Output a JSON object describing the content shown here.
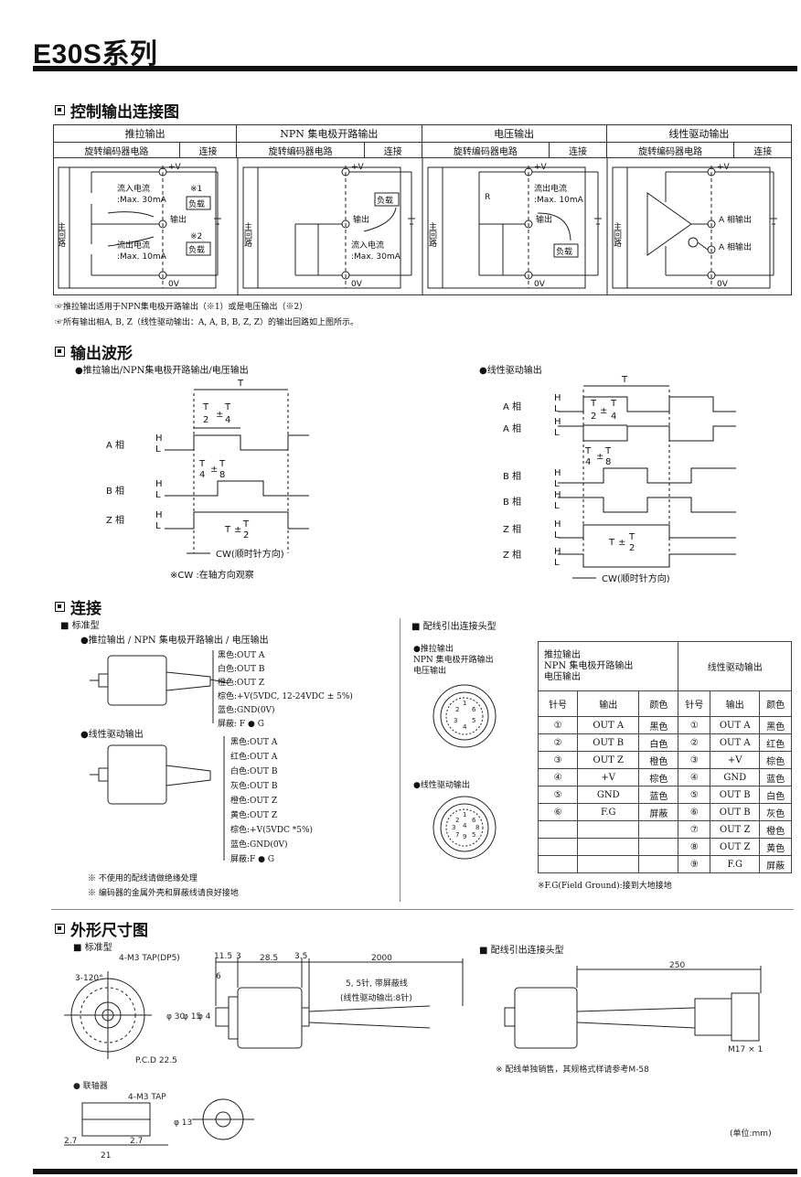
{
  "header": {
    "title": "E30S系列"
  },
  "sections": {
    "control": "控制输出连接图",
    "waveform": "输出波形",
    "connection": "连接",
    "dimension": "外形尺寸图"
  },
  "control_table": {
    "columns": [
      "推拉输出",
      "NPN 集电极开路输出",
      "电压输出",
      "线性驱动输出"
    ],
    "subheaders": [
      "旋转编码器电路",
      "连接"
    ],
    "diagram": {
      "plus_v": "+V",
      "zero_v": "0V",
      "inflow": "流入电流",
      "inflow_max": ":Max. 30mA",
      "outflow": "流出电流",
      "outflow_max": ":Max. 10mA",
      "out": "输出",
      "load": "负载",
      "main": "主回路",
      "note1": "※1",
      "note2": "※2",
      "r": "R",
      "a_out": "A 相输出",
      "abar_out": "A 相输出",
      "plus": "+",
      "minus": "-"
    },
    "notes": [
      "推拉输出适用于NPN集电极开路输出（※1）或是电压输出（※2）",
      "所有输出相A, B, Z（线性驱动输出：A, A, B, B, Z, Z）的输出回路如上图所示。"
    ]
  },
  "waveform": {
    "left_title": "●推拉输出/NPN集电极开路输出/电压输出",
    "right_title": "●线性驱动输出",
    "phases_left": [
      "A 相",
      "B 相",
      "Z 相"
    ],
    "phases_right": [
      "A 相",
      "A 相",
      "B 相",
      "B 相",
      "Z 相",
      "Z 相"
    ],
    "h": "H",
    "l": "L",
    "t": "T",
    "t_half": "T",
    "half_den": "2",
    "quarter_den": "4",
    "eighth_den": "8",
    "pm": "±",
    "cw": "CW(顺时针方向)",
    "cw_note": "※CW :在轴方向观察"
  },
  "connection": {
    "standard": "■ 标准型",
    "pushpull_title": "●推拉输出 / NPN 集电极开路输出 / 电压输出",
    "pushpull_wires": [
      "黑色:OUT A",
      "白色:OUT B",
      "橙色:OUT Z",
      "棕色:+V(5VDC, 12-24VDC ± 5%)",
      "蓝色:GND(0V)",
      "屏蔽: F ● G"
    ],
    "linedrv_title": "●线性驱动输出",
    "linedrv_wires": [
      "黑色:OUT A",
      "红色:OUT A",
      "白色:OUT B",
      "灰色:OUT B",
      "橙色:OUT Z",
      "黄色:OUT Z",
      "棕色:+V(5VDC *5%)",
      "蓝色:GND(0V)",
      "屏蔽:F ● G"
    ],
    "warn1": "※  不使用的配线请做绝缘处理",
    "warn2": "※  编码器的金属外壳和屏蔽线请良好接地",
    "connector_title": "■ 配线引出连接头型",
    "conn_pp": [
      "●推拉输出",
      "NPN 集电极开路输出",
      "电压输出"
    ],
    "conn_ld": "●线性驱动输出",
    "table_head_left": [
      "推拉输出",
      "NPN 集电极开路输出",
      "电压输出"
    ],
    "table_head_right": "线性驱动输出",
    "col_heads": [
      "针号",
      "输出",
      "颜色",
      "针号",
      "输出",
      "颜色"
    ],
    "rows": [
      [
        "①",
        "OUT A",
        "黑色",
        "①",
        "OUT A",
        "黑色"
      ],
      [
        "②",
        "OUT B",
        "白色",
        "②",
        "OUT A",
        "红色"
      ],
      [
        "③",
        "OUT Z",
        "橙色",
        "③",
        "+V",
        "棕色"
      ],
      [
        "④",
        "+V",
        "棕色",
        "④",
        "GND",
        "蓝色"
      ],
      [
        "⑤",
        "GND",
        "蓝色",
        "⑤",
        "OUT B",
        "白色"
      ],
      [
        "⑥",
        "F.G",
        "屏蔽",
        "⑥",
        "OUT B",
        "灰色"
      ],
      [
        "",
        "",
        "",
        "⑦",
        "OUT Z",
        "橙色"
      ],
      [
        "",
        "",
        "",
        "⑧",
        "OUT Z",
        "黄色"
      ],
      [
        "",
        "",
        "",
        "⑨",
        "F.G",
        "屏蔽"
      ]
    ],
    "fg_note": "※F.G(Field Ground):接到大地接地"
  },
  "dimension": {
    "standard": "■ 标准型",
    "connector": "■ 配线引出连接头型",
    "tap": "4-M3 TAP(DP5)",
    "angle": "3-120°",
    "pcd": "P.C.D 22.5",
    "d30": "φ 30",
    "d15": "φ 15",
    "d4": "φ 4",
    "dims_top": [
      "11.5",
      "3",
      "28.5",
      "3.5",
      "2000"
    ],
    "d6": "6",
    "cable1": "5, 5针, 带屏蔽线",
    "cable2": "(线性驱动输出:8针)",
    "len250": "250",
    "m17": "M17 × 1",
    "sold_note": "※ 配线单独销售，其规格式样请参考M-58",
    "coupling": "● 联轴器",
    "tap2": "4-M3 TAP",
    "d13": "φ 13",
    "d2_7a": "2.7",
    "d2_7b": "2.7",
    "d21": "21",
    "unit": "(单位:mm)"
  }
}
